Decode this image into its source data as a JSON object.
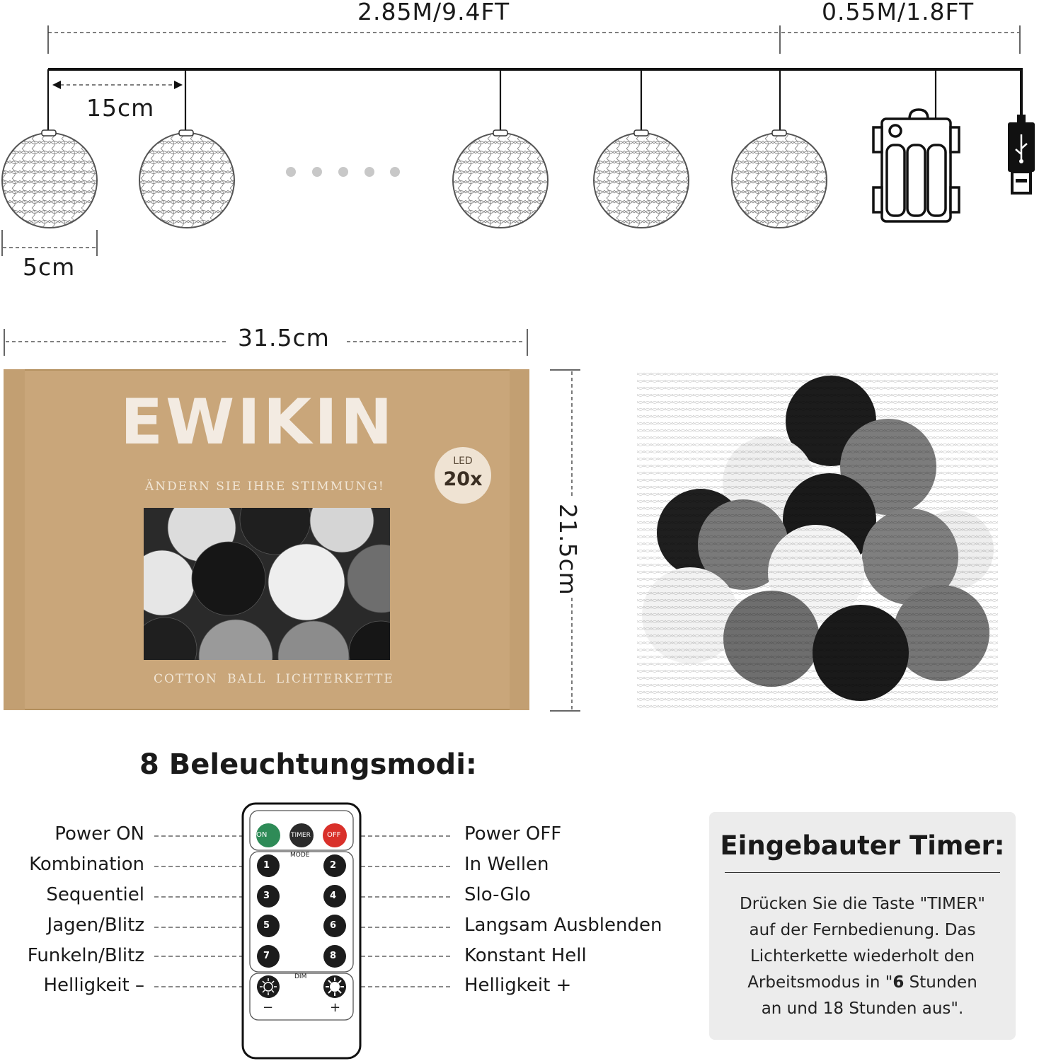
{
  "dimensions": {
    "string_length": "2.85M/9.4FT",
    "lead_length": "0.55M/1.8FT",
    "ball_spacing": "15cm",
    "ball_diameter": "5cm",
    "box_width": "31.5cm",
    "box_height": "21.5cm"
  },
  "box": {
    "brand": "EWIKIN",
    "led_label": "LED",
    "led_count": "20x",
    "slogan": "ÄNDERN SIE IHRE STIMMUNG!",
    "product_name": "COTTON BALL LICHTERKETTE"
  },
  "modes": {
    "heading": "8 Beleuchtungsmodi:",
    "left": [
      "Power ON",
      "Kombination",
      "Sequentiel",
      "Jagen/Blitz",
      "Funkeln/Blitz",
      "Helligkeit –"
    ],
    "right": [
      "Power OFF",
      "In Wellen",
      "Slo-Glo",
      "Langsam Ausblenden",
      "Konstant Hell",
      "Helligkeit +"
    ]
  },
  "remote": {
    "on": "ON",
    "timer": "TIMER",
    "off": "OFF",
    "mode": "MODE",
    "dim": "DIM",
    "minus": "−",
    "plus": "+",
    "buttons": [
      "1",
      "2",
      "3",
      "4",
      "5",
      "6",
      "7",
      "8"
    ]
  },
  "timer": {
    "title": "Eingebauter Timer:",
    "line1": "Drücken Sie die Taste \"TIMER\"",
    "line2": "auf der Fernbedienung. Das",
    "line3": "Lichterkette wiederholt den",
    "line4_pre": "Arbeitsmodus in \"",
    "line4_bold": "6",
    "line4_post": " Stunden",
    "line5": "an und 18 Stunden aus\"."
  },
  "colors": {
    "cardboard": "#c9a67a",
    "on_button": "#2e8b57",
    "off_button": "#d9302a",
    "ball_black": "#1c1c1c",
    "ball_grey": "#7a7a7a",
    "ball_white": "#f2f2f2",
    "timer_bg": "#ececec"
  },
  "icons": [
    "battery-box-icon",
    "usb-plug-icon",
    "sun-dim-icon",
    "sun-bright-icon"
  ]
}
